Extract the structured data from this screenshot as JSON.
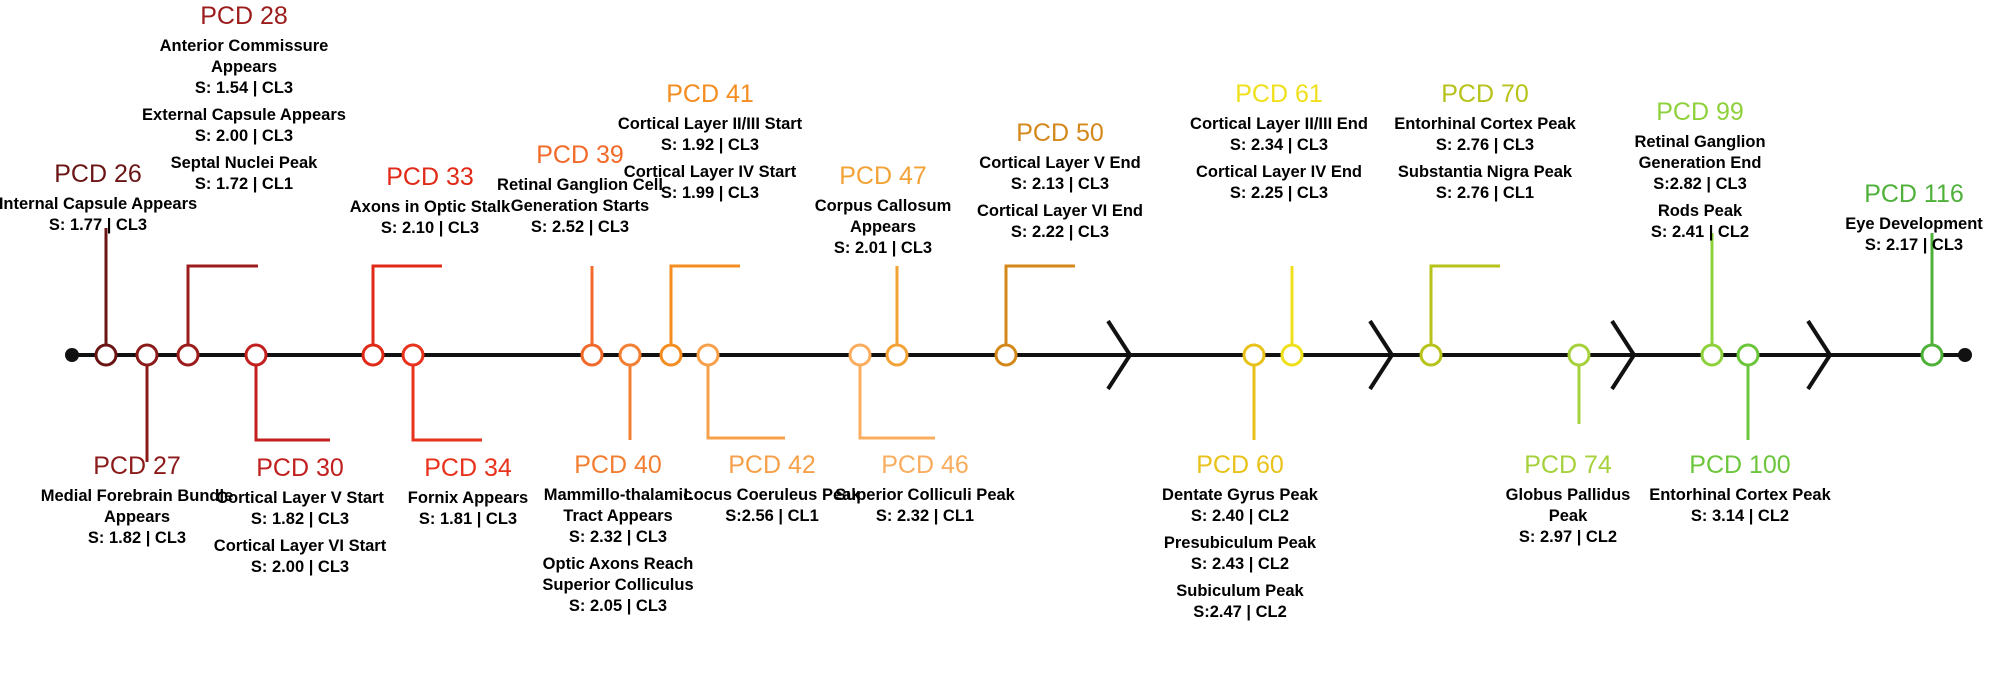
{
  "colors": {
    "axis": "#111111",
    "break_marks": "#111111"
  },
  "milestones": [
    {
      "key": "26",
      "label": "PCD 26",
      "color": "#6b1414",
      "entries": [
        {
          "name": "Internal Capsule Appears",
          "score": "S: 1.77 | CL3"
        }
      ]
    },
    {
      "key": "27",
      "label": "PCD 27",
      "color": "#8b1a1a",
      "entries": [
        {
          "name": "Medial Forebrain Bundle Appears",
          "score": "S: 1.82 | CL3"
        }
      ]
    },
    {
      "key": "28",
      "label": "PCD 28",
      "color": "#9c1c1c",
      "entries": [
        {
          "name": "Anterior Commissure Appears",
          "score": "S: 1.54 | CL3"
        },
        {
          "name": "External Capsule Appears",
          "score": "S: 2.00 | CL3"
        },
        {
          "name": "Septal Nuclei Peak",
          "score": "S: 1.72 | CL1"
        }
      ]
    },
    {
      "key": "30",
      "label": "PCD 30",
      "color": "#c0211e",
      "entries": [
        {
          "name": "Cortical Layer V Start",
          "score": "S: 1.82 | CL3"
        },
        {
          "name": "Cortical Layer VI Start",
          "score": "S: 2.00 | CL3"
        }
      ]
    },
    {
      "key": "33",
      "label": "PCD 33",
      "color": "#e02a17",
      "entries": [
        {
          "name": "Axons in Optic Stalk",
          "score": "S: 2.10 | CL3"
        }
      ]
    },
    {
      "key": "34",
      "label": "PCD 34",
      "color": "#e8321c",
      "entries": [
        {
          "name": "Fornix Appears",
          "score": "S: 1.81 | CL3"
        }
      ]
    },
    {
      "key": "39",
      "label": "PCD 39",
      "color": "#f26a2a",
      "entries": [
        {
          "name": "Retinal Ganglion Cell Generation Starts",
          "score": "S: 2.52 | CL3"
        }
      ]
    },
    {
      "key": "40",
      "label": "PCD 40",
      "color": "#f37f33",
      "entries": [
        {
          "name": "Mammillo-thalamic Tract Appears",
          "score": "S: 2.32 | CL3"
        },
        {
          "name": "Optic Axons Reach Superior Colliculus",
          "score": "S: 2.05 | CL3"
        }
      ]
    },
    {
      "key": "41",
      "label": "PCD 41",
      "color": "#f58c1f",
      "entries": [
        {
          "name": "Cortical Layer II/III Start",
          "score": "S: 1.92 | CL3"
        },
        {
          "name": "Cortical Layer IV Start",
          "score": "S: 1.99 | CL3"
        }
      ]
    },
    {
      "key": "42",
      "label": "PCD 42",
      "color": "#f7a04a",
      "entries": [
        {
          "name": "Locus Coeruleus Peak",
          "score": "S:2.56 | CL1"
        }
      ]
    },
    {
      "key": "46",
      "label": "PCD 46",
      "color": "#f9ad5e",
      "entries": [
        {
          "name": "Superior Colliculi Peak",
          "score": "S: 2.32 | CL1"
        }
      ]
    },
    {
      "key": "47",
      "label": "PCD 47",
      "color": "#f3a236",
      "entries": [
        {
          "name": "Corpus Callosum Appears",
          "score": "S: 2.01 | CL3"
        }
      ]
    },
    {
      "key": "50",
      "label": "PCD 50",
      "color": "#d4881a",
      "entries": [
        {
          "name": "Cortical Layer V End",
          "score": "S: 2.13 | CL3"
        },
        {
          "name": "Cortical Layer VI End",
          "score": "S: 2.22 | CL3"
        }
      ]
    },
    {
      "key": "60",
      "label": "PCD 60",
      "color": "#e8c21a",
      "entries": [
        {
          "name": "Dentate Gyrus Peak",
          "score": "S: 2.40 | CL2"
        },
        {
          "name": "Presubiculum Peak",
          "score": "S: 2.43 | CL2"
        },
        {
          "name": "Subiculum Peak",
          "score": "S:2.47 | CL2"
        }
      ]
    },
    {
      "key": "61",
      "label": "PCD 61",
      "color": "#f0e01c",
      "entries": [
        {
          "name": "Cortical Layer II/III End",
          "score": "S: 2.34 | CL3"
        },
        {
          "name": "Cortical Layer IV End",
          "score": "S: 2.25 | CL3"
        }
      ]
    },
    {
      "key": "70",
      "label": "PCD 70",
      "color": "#b7c21a",
      "entries": [
        {
          "name": "Entorhinal Cortex Peak",
          "score": "S: 2.76 | CL3"
        },
        {
          "name": "Substantia Nigra Peak",
          "score": "S: 2.76 | CL1"
        }
      ]
    },
    {
      "key": "74",
      "label": "PCD 74",
      "color": "#a6d13c",
      "entries": [
        {
          "name": "Globus Pallidus Peak",
          "score": "S: 2.97 | CL2"
        }
      ]
    },
    {
      "key": "99",
      "label": "PCD 99",
      "color": "#8fd13c",
      "entries": [
        {
          "name": "Retinal Ganglion Generation End",
          "score": "S:2.82 | CL3"
        },
        {
          "name": "Rods Peak",
          "score": "S: 2.41 | CL2"
        }
      ]
    },
    {
      "key": "100",
      "label": "PCD 100",
      "color": "#6cc63c",
      "entries": [
        {
          "name": "Entorhinal Cortex Peak",
          "score": "S: 3.14 | CL2"
        }
      ]
    },
    {
      "key": "116",
      "label": "PCD 116",
      "color": "#4fb03a",
      "entries": [
        {
          "name": "Eye Development",
          "score": "S: 2.17 | CL3"
        }
      ]
    }
  ]
}
